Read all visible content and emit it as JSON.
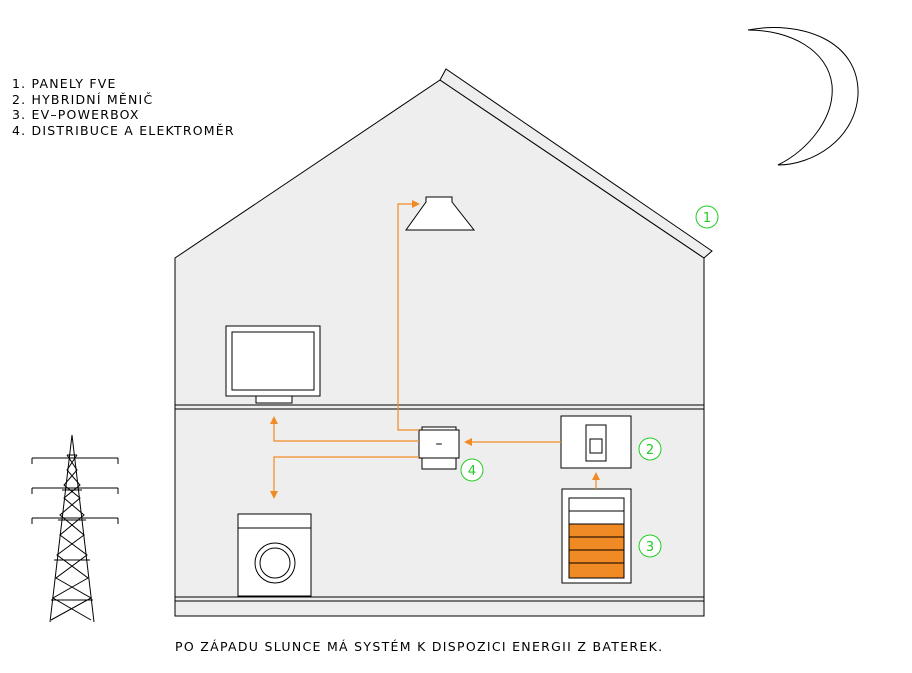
{
  "legend": [
    "1. PANELY FVE",
    "2. HYBRIDNÍ MĚNIČ",
    "3. EV–POWERBOX",
    "4. DISTRIBUCE A ELEKTROMĚR"
  ],
  "markers": {
    "m1": "1",
    "m2": "2",
    "m3": "3",
    "m4": "4"
  },
  "meter_symbol": "–",
  "caption": "PO ZÁPADU SLUNCE MÁ SYSTÉM K DISPOZICI ENERGII Z BATEREK.",
  "colors": {
    "flow": "#f08a24",
    "marker": "#22cc22",
    "wall": "#eeeeee",
    "outline": "#000000"
  }
}
